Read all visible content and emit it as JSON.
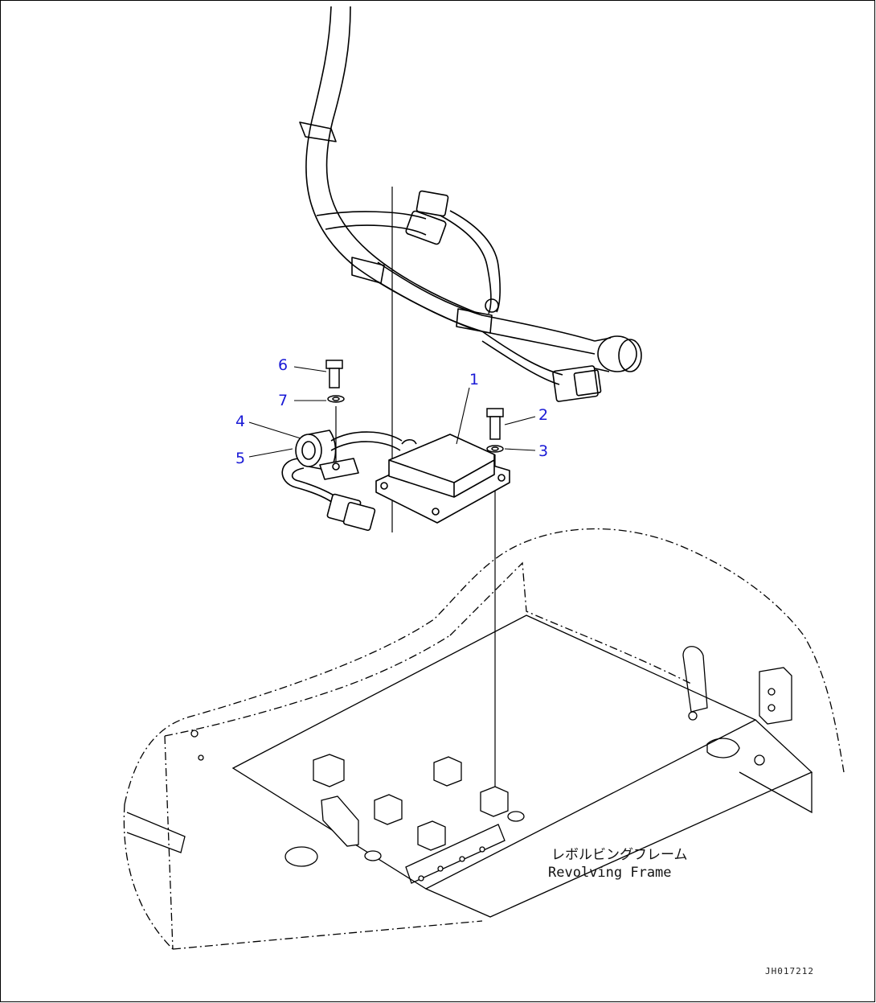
{
  "callouts": {
    "c1": "1",
    "c2": "2",
    "c3": "3",
    "c4": "4",
    "c5": "5",
    "c6": "6",
    "c7": "7"
  },
  "frame_label": {
    "japanese": "レボルビングフレーム",
    "english": "Revolving Frame"
  },
  "drawing_id": "JH017212",
  "colors": {
    "callout": "#1a1ad6",
    "line": "#000000",
    "border": "#000000"
  }
}
